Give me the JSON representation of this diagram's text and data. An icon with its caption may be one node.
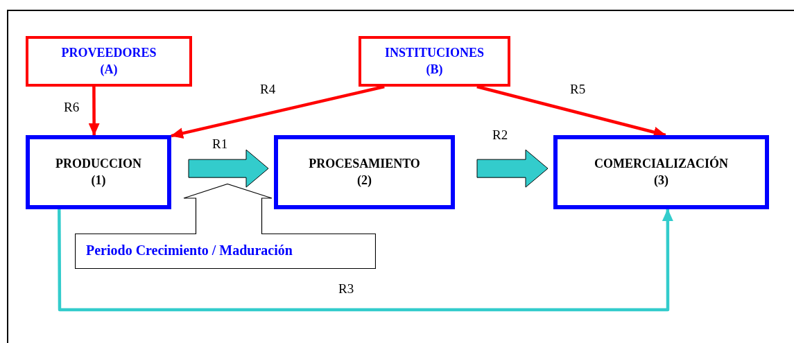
{
  "diagram": {
    "nodes": [
      {
        "text": [
          "PROVEEDORES",
          "(A)"
        ]
      },
      {
        "text": [
          "INSTITUCIONES",
          "(B)"
        ]
      },
      {
        "text": [
          "PRODUCCION",
          "(1)"
        ]
      },
      {
        "text": [
          "PROCESAMIENTO",
          "(2)"
        ]
      },
      {
        "text": [
          "COMERCIALIZACIÓN",
          "(3)"
        ]
      },
      {
        "text": [
          "Periodo Crecimiento / Maduración"
        ]
      }
    ],
    "edges": [
      {
        "from": 0,
        "to": 2,
        "arrow": "to",
        "label": "R6",
        "color": "#ff0000"
      },
      {
        "from": 1,
        "to": 2,
        "arrow": "to",
        "label": "R4",
        "color": "#ff0000"
      },
      {
        "from": 1,
        "to": 4,
        "arrow": "to",
        "label": "R5",
        "color": "#ff0000"
      },
      {
        "from": 2,
        "to": 3,
        "arrow": "to",
        "label": "R1",
        "style": "thick",
        "color": "#33cccc"
      },
      {
        "from": 3,
        "to": 4,
        "arrow": "to",
        "label": "R2",
        "style": "thick",
        "color": "#33cccc"
      },
      {
        "from": 2,
        "to": 4,
        "arrow": "to",
        "label": "R3",
        "color": "#33cccc"
      }
    ]
  }
}
